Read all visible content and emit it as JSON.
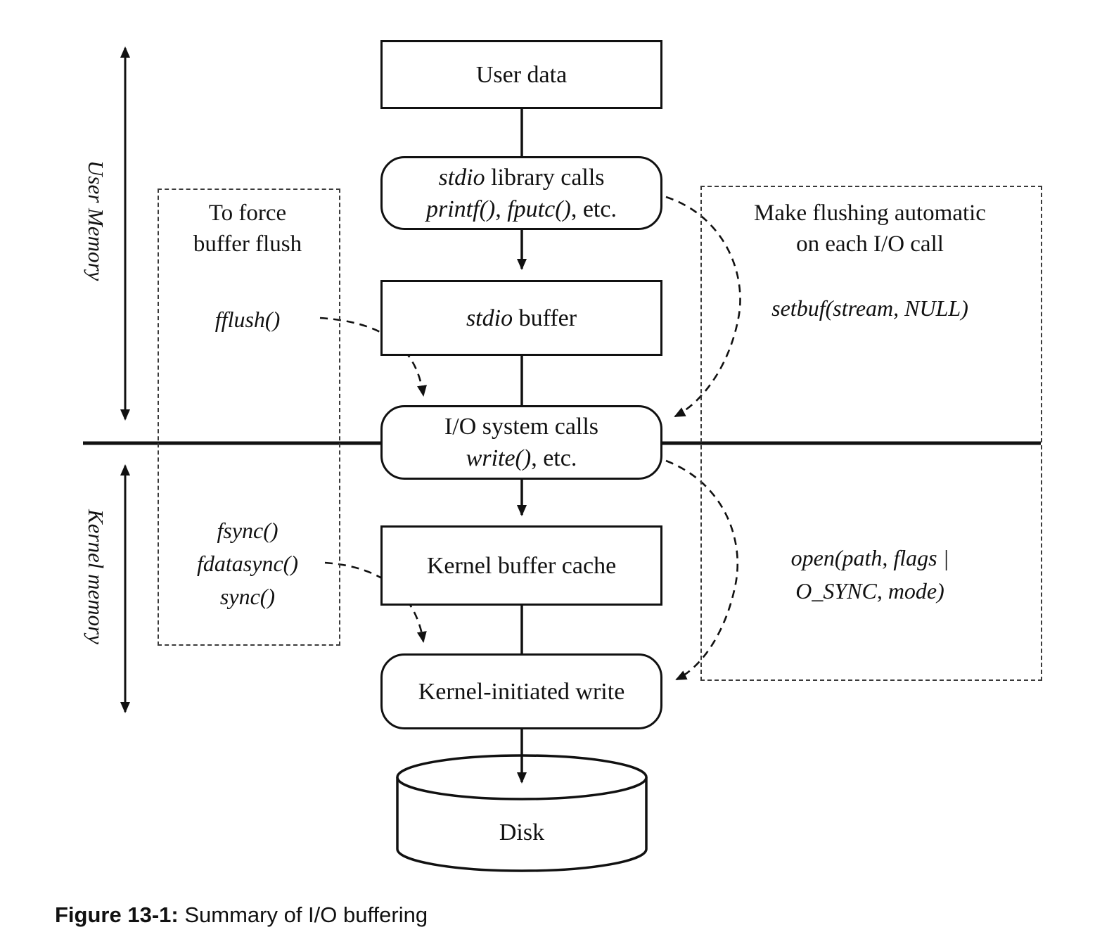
{
  "figure": {
    "caption_label": "Figure 13-1:",
    "caption_text": " Summary of I/O buffering"
  },
  "memory_labels": {
    "user": "User Memory",
    "kernel": "Kernel memory"
  },
  "boxes": {
    "user_data": {
      "label": "User data"
    },
    "stdio_calls": {
      "l1_italic": "stdio",
      "l1_roman": " library calls",
      "l2_italic": "printf(), fputc()",
      "l2_roman": ", etc."
    },
    "stdio_buffer": {
      "italic": "stdio",
      "roman": " buffer"
    },
    "io_syscalls": {
      "line1": "I/O system calls",
      "l2_italic": "write()",
      "l2_roman": ", etc."
    },
    "kernel_buffer": {
      "label": "Kernel buffer cache"
    },
    "kernel_write": {
      "label": "Kernel-initiated write"
    },
    "disk": {
      "label": "Disk"
    }
  },
  "left_panel": {
    "title_line1": "To force",
    "title_line2": "buffer flush",
    "fflush": "fflush()",
    "fsync": "fsync()",
    "fdatasync": "fdatasync()",
    "sync": "sync()"
  },
  "right_panel": {
    "title_line1": "Make flushing automatic",
    "title_line2": "on each I/O call",
    "setbuf": "setbuf(stream, NULL)",
    "open_line1": "open(path, flags |",
    "open_line2": "O_SYNC, mode)"
  }
}
